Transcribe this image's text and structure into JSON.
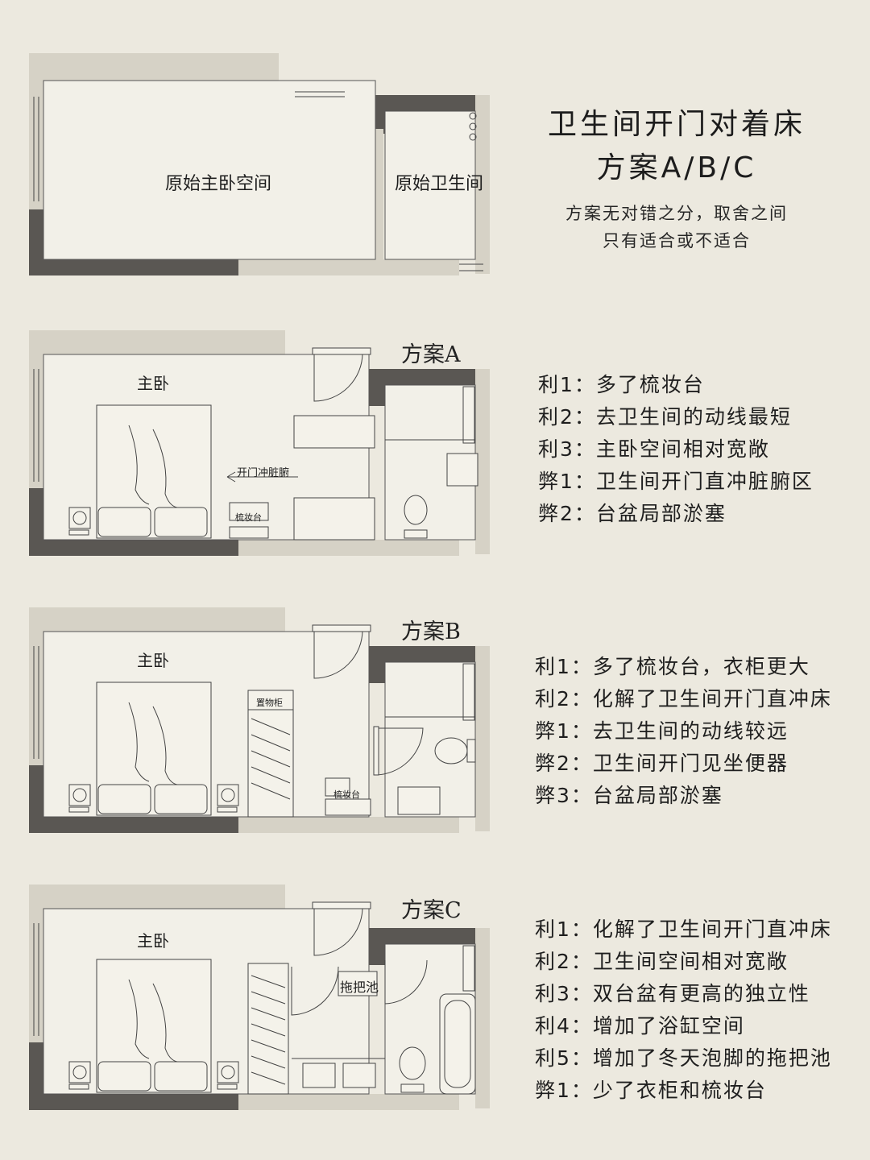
{
  "header": {
    "title_line1": "卫生间开门对着床",
    "title_line2": "方案A/B/C",
    "subtitle_line1": "方案无对错之分，取舍之间",
    "subtitle_line2": "只有适合或不适合"
  },
  "original": {
    "bedroom_label": "原始主卧空间",
    "bathroom_label": "原始卫生间"
  },
  "plan_a": {
    "title": "方案A",
    "bedroom_label": "主卧",
    "arrow_label": "开门冲脏腑",
    "vanity_label": "梳妆台",
    "points": [
      "利1：多了梳妆台",
      "利2：去卫生间的动线最短",
      "利3：主卧空间相对宽敞",
      "弊1：卫生间开门直冲脏腑区",
      "弊2：台盆局部淤塞"
    ]
  },
  "plan_b": {
    "title": "方案B",
    "bedroom_label": "主卧",
    "cabinet_label": "置物柜",
    "vanity_label": "梳妆台",
    "points": [
      "利1：多了梳妆台，衣柜更大",
      "利2：化解了卫生间开门直冲床",
      "弊1：去卫生间的动线较远",
      "弊2：卫生间开门见坐便器",
      "弊3：台盆局部淤塞"
    ]
  },
  "plan_c": {
    "title": "方案C",
    "bedroom_label": "主卧",
    "mop_label": "拖把池",
    "points": [
      "利1：化解了卫生间开门直冲床",
      "利2：卫生间空间相对宽敞",
      "利3：双台盆有更高的独立性",
      "利4：增加了浴缸空间",
      "利5：增加了冬天泡脚的拖把池",
      "弊1：少了衣柜和梳妆台"
    ]
  },
  "colors": {
    "background": "#ece9df",
    "wall_dark": "#5a5753",
    "wall_light": "#d6d2c6"
  }
}
